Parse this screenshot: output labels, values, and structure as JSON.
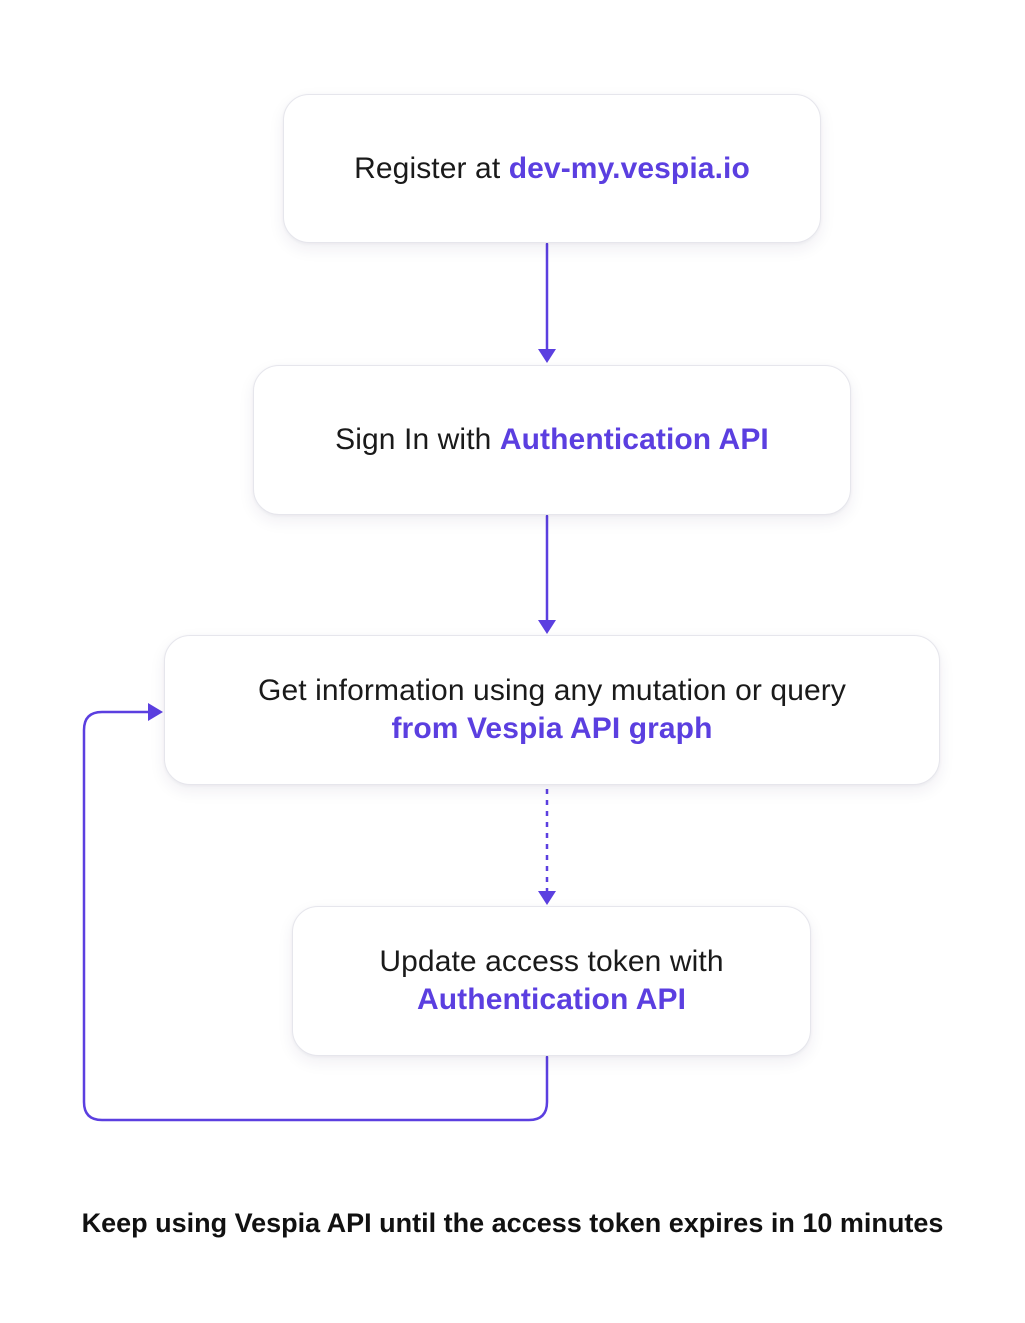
{
  "colors": {
    "accent": "#5b3fe0",
    "text": "#1a1a1a",
    "card_border": "#e6e6ec",
    "background": "#ffffff"
  },
  "steps": [
    {
      "text": "Register at ",
      "highlight": "dev-my.vespia.io"
    },
    {
      "text": "Sign In with ",
      "highlight": "Authentication API"
    },
    {
      "text": "Get information using any mutation or query",
      "highlight": "from Vespia API graph"
    },
    {
      "text": "Update access token with",
      "highlight": "Authentication API"
    }
  ],
  "connectors": [
    {
      "from": 1,
      "to": 2,
      "style": "solid"
    },
    {
      "from": 2,
      "to": 3,
      "style": "solid"
    },
    {
      "from": 3,
      "to": 4,
      "style": "dashed"
    },
    {
      "from": 4,
      "to": 3,
      "style": "solid"
    }
  ],
  "footnote": "Keep using Vespia API until the access token expires in 10 minutes"
}
